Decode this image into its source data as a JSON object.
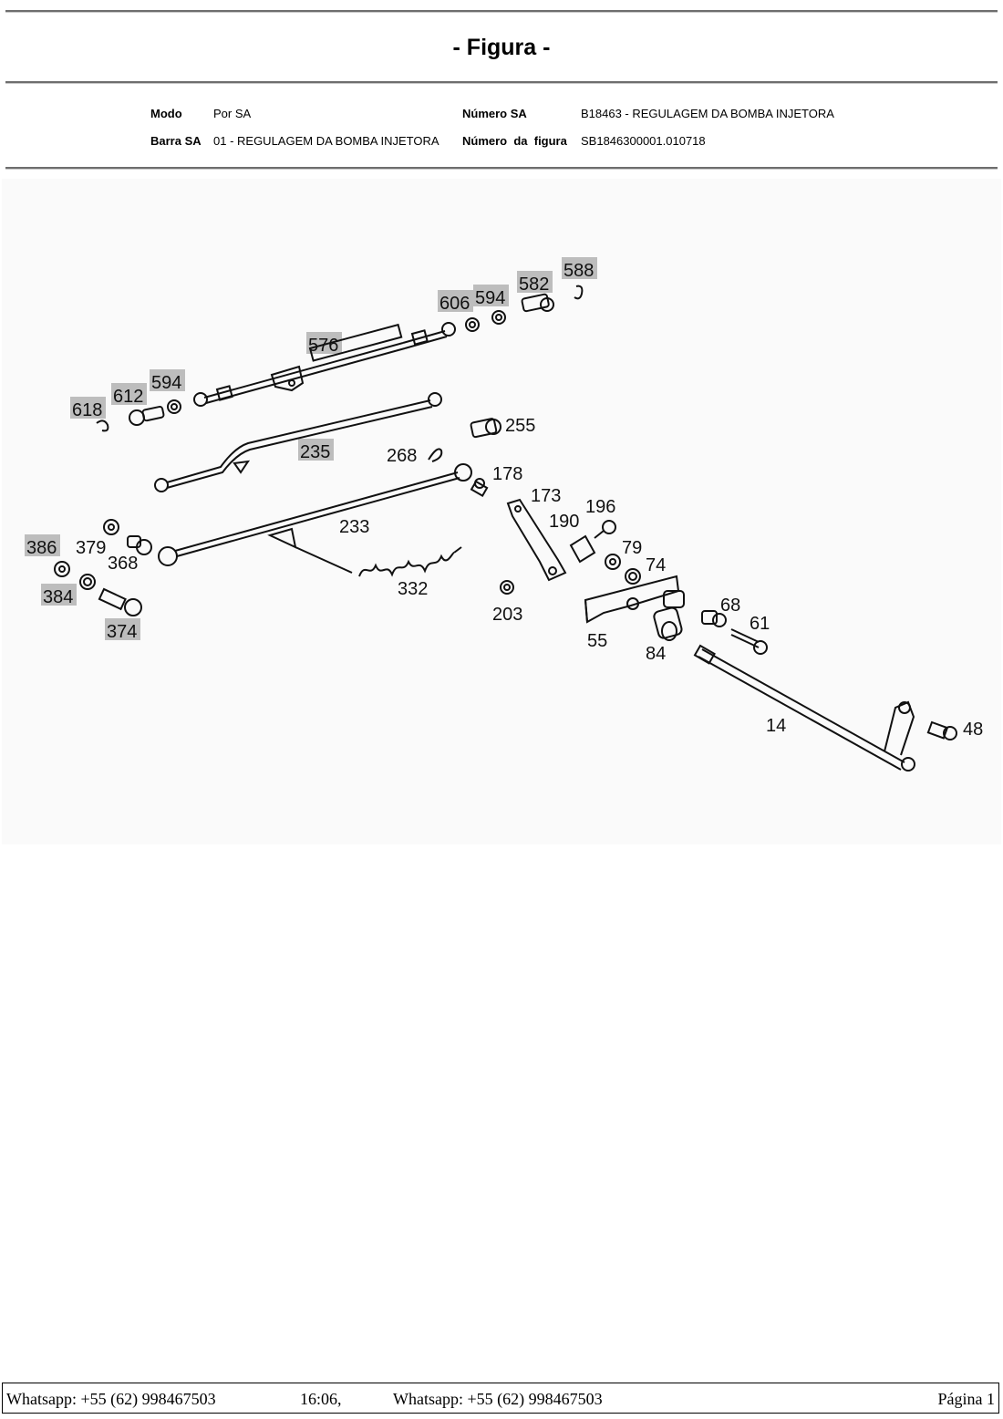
{
  "header": {
    "title": "- Figura -"
  },
  "info": {
    "modo_label": "Modo",
    "modo_value": "Por SA",
    "numero_sa_label": "Número SA",
    "numero_sa_value": "B18463 - REGULAGEM DA BOMBA INJETORA",
    "barra_sa_label": "Barra SA",
    "barra_sa_value": "01 - REGULAGEM DA BOMBA INJETORA",
    "numero_figura_label": "Número  da  figura",
    "numero_figura_value": "SB1846300001.010718"
  },
  "figure": {
    "callouts": {
      "c588": "588",
      "c582": "582",
      "c594a": "594",
      "c606": "606",
      "c576": "576",
      "c594b": "594",
      "c612": "612",
      "c618": "618",
      "c235": "235",
      "c255": "255",
      "c268": "268",
      "c178": "178",
      "c173": "173",
      "c196": "196",
      "c190": "190",
      "c79": "79",
      "c74": "74",
      "c233": "233",
      "c386": "386",
      "c379": "379",
      "c368": "368",
      "c384": "384",
      "c374": "374",
      "c332": "332",
      "c203": "203",
      "c68": "68",
      "c61": "61",
      "c55": "55",
      "c84": "84",
      "c14": "14",
      "c48": "48"
    }
  },
  "footer": {
    "contact_left": "Whatsapp: +55 (62) 998467503",
    "time": "16:06,",
    "contact_right": "Whatsapp: +55 (62) 998467503",
    "page": "Página 1"
  }
}
